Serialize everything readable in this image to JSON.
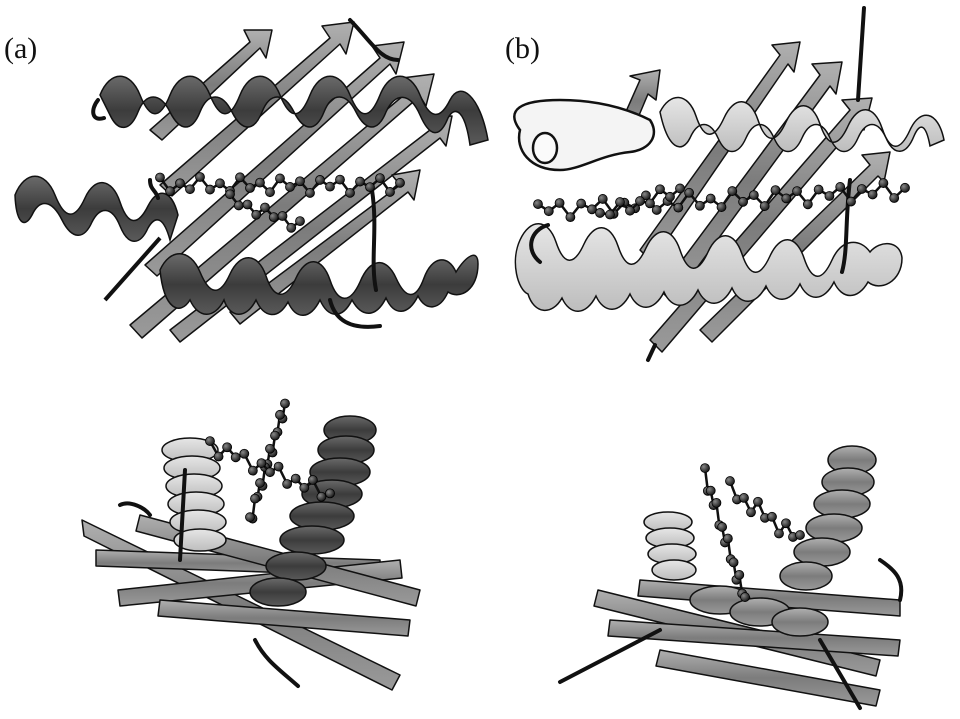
{
  "figure": {
    "panel_a_label": "(a)",
    "panel_b_label": "(b)"
  },
  "colors": {
    "background": "#ffffff",
    "ribbon_dark": "#4a4a4a",
    "ribbon_mid": "#8a8a8a",
    "ribbon_light": "#d4d4d4",
    "outline": "#111111",
    "ligand_atom": "#222222"
  },
  "views": [
    {
      "panel": "a",
      "view": "side",
      "style": "dark"
    },
    {
      "panel": "b",
      "view": "side",
      "style": "light"
    },
    {
      "panel": "a",
      "view": "top",
      "style": "dark"
    },
    {
      "panel": "b",
      "view": "top",
      "style": "light"
    }
  ]
}
